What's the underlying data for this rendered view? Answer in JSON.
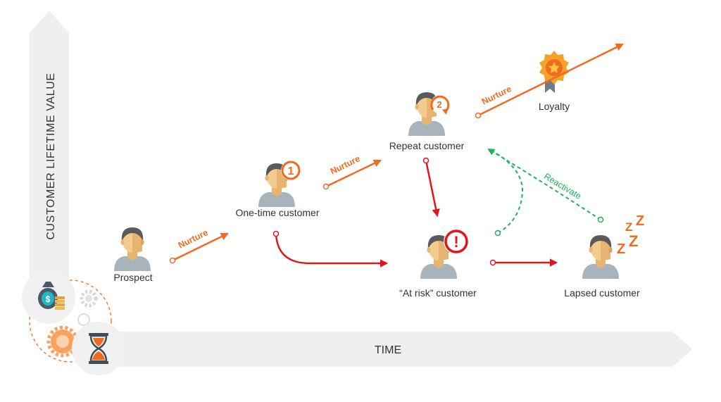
{
  "axes": {
    "y_label": "CUSTOMER LIFETIME VALUE",
    "x_label": "TIME"
  },
  "stages": {
    "prospect": "Prospect",
    "one_time": "One-time customer",
    "repeat": "Repeat customer",
    "loyalty": "Loyalty",
    "at_risk": "“At risk” customer",
    "lapsed": "Lapsed customer"
  },
  "transitions": {
    "nurture_1": "Nurture",
    "nurture_2": "Nurture",
    "nurture_3": "Nurture",
    "reactivate": "Reactivate"
  },
  "badges": {
    "one_time": "1",
    "repeat": "2",
    "at_risk": "!",
    "lapsed_z": "Z"
  },
  "icons": {
    "money_bag": "money-bag-icon",
    "hourglass": "hourglass-icon",
    "gears": "gears-icon",
    "loyalty_medal": "medal-icon"
  },
  "colors": {
    "orange": "#f26b1d",
    "red": "#e3141b",
    "green": "#1fb35b",
    "skin": "#f3cc8d",
    "hair": "#5a5a5a",
    "shirt": "#a9b3bc",
    "axis": "#efefef"
  }
}
